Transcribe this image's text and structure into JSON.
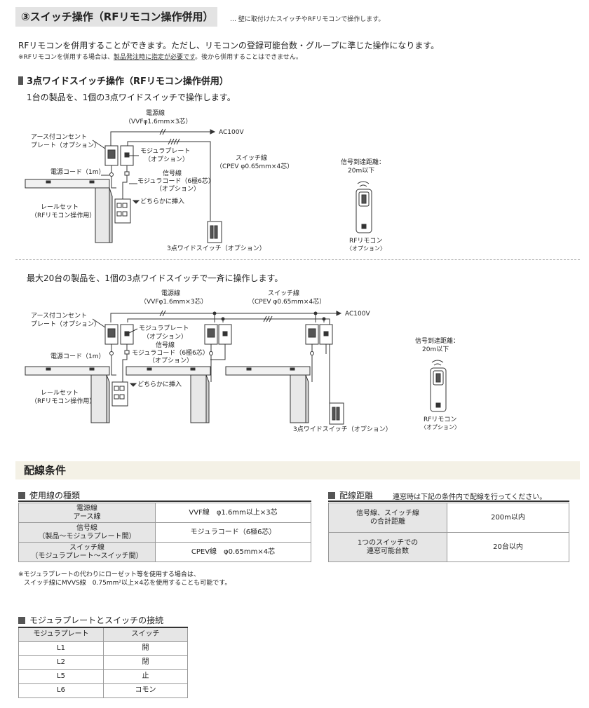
{
  "header": {
    "title": "③スイッチ操作（RFリモコン操作併用）",
    "note": "… 壁に取付けたスイッチやRFリモコンで操作します。"
  },
  "intro": {
    "line1": "RFリモコンを併用することができます。ただし、リモコンの登録可能台数・グループに準じた操作になります。",
    "line2_prefix": "※RFリモコンを併用する場合は、",
    "line2_underline": "製品発注時に指定が必要です",
    "line2_suffix": "。後から併用することはできません。"
  },
  "section1": {
    "title": "3点ワイドスイッチ操作（RFリモコン操作併用）",
    "description": "1台の製品を、1個の3点ワイドスイッチで操作します。",
    "labels": {
      "power_line": "電源線",
      "power_spec": "（VVFφ1.6mm×3芯）",
      "ac": "AC100V",
      "outlet_1": "アース付コンセント",
      "outlet_2": "プレート（オプション）",
      "modular": "モジュラプレート",
      "modular_opt": "（オプション）",
      "switch_line": "スイッチ線",
      "switch_spec": "（CPEV φ0.65mm×4芯）",
      "power_cord": "電源コード（1m）",
      "signal_line": "信号線",
      "signal_spec": "モジュラコード（6極6芯）",
      "signal_opt": "（オプション）",
      "insert": "どちらかに挿入",
      "rail_1": "レールセット",
      "rail_2": "（RFリモコン操作用）",
      "switch_name": "3点ワイドスイッチ（オプション）",
      "range_1": "信号到達距離：",
      "range_2": "20m以下",
      "remote": "RFリモコン",
      "remote_opt": "〈オプション〉"
    }
  },
  "section2": {
    "description": "最大20台の製品を、1個の3点ワイドスイッチで一斉に操作します。",
    "labels": {
      "power_line": "電源線",
      "power_spec": "（VVFφ1.6mm×3芯）",
      "switch_line": "スイッチ線",
      "switch_spec": "（CPEV φ0.65mm×4芯）",
      "ac": "AC100V",
      "outlet_1": "アース付コンセント",
      "outlet_2": "プレート（オプション）",
      "modular": "モジュラプレート",
      "modular_opt": "（オプション）",
      "signal_line": "信号線",
      "signal_spec": "モジュラコード（6極6芯）",
      "signal_opt": "（オプション）",
      "power_cord": "電源コード（1m）",
      "insert": "どちらかに挿入",
      "rail_1": "レールセット",
      "rail_2": "（RFリモコン操作用）",
      "switch_name": "3点ワイドスイッチ（オプション）",
      "range_1": "信号到達距離：",
      "range_2": "20m以下",
      "remote": "RFリモコン",
      "remote_opt": "〈オプション〉"
    }
  },
  "wiring": {
    "band_title": "配線条件",
    "lines_title": "使用線の種類",
    "lines_rows": [
      {
        "name_1": "電源線",
        "name_2": "アース線",
        "spec": "VVF線　φ1.6mm以上×3芯"
      },
      {
        "name_1": "信号線",
        "name_2": "（製品～モジュラプレート間）",
        "spec": "モジュラコード（6極6芯）"
      },
      {
        "name_1": "スイッチ線",
        "name_2": "（モジュラプレート～スイッチ間）",
        "spec": "CPEV線　φ0.65mm×4芯"
      }
    ],
    "footnote_1": "※モジュラプレートの代わりにローゼット等を使用する場合は、",
    "footnote_2": "スイッチ線にMVVS線　0.75mm²以上×4芯を使用することも可能です。",
    "distance_title": "配線距離",
    "distance_note": "連窓時は下記の条件内で配線を行ってください。",
    "distance_rows": [
      {
        "name_1": "信号線、スイッチ線",
        "name_2": "の合計距離",
        "value": "200m以内"
      },
      {
        "name_1": "1つのスイッチでの",
        "name_2": "連窓可能台数",
        "value": "20台以内"
      }
    ]
  },
  "connection": {
    "title": "モジュラプレートとスイッチの接続",
    "headers": [
      "モジュラプレート",
      "スイッチ"
    ],
    "rows": [
      [
        "L1",
        "開"
      ],
      [
        "L2",
        "閉"
      ],
      [
        "L5",
        "止"
      ],
      [
        "L6",
        "コモン"
      ]
    ]
  }
}
